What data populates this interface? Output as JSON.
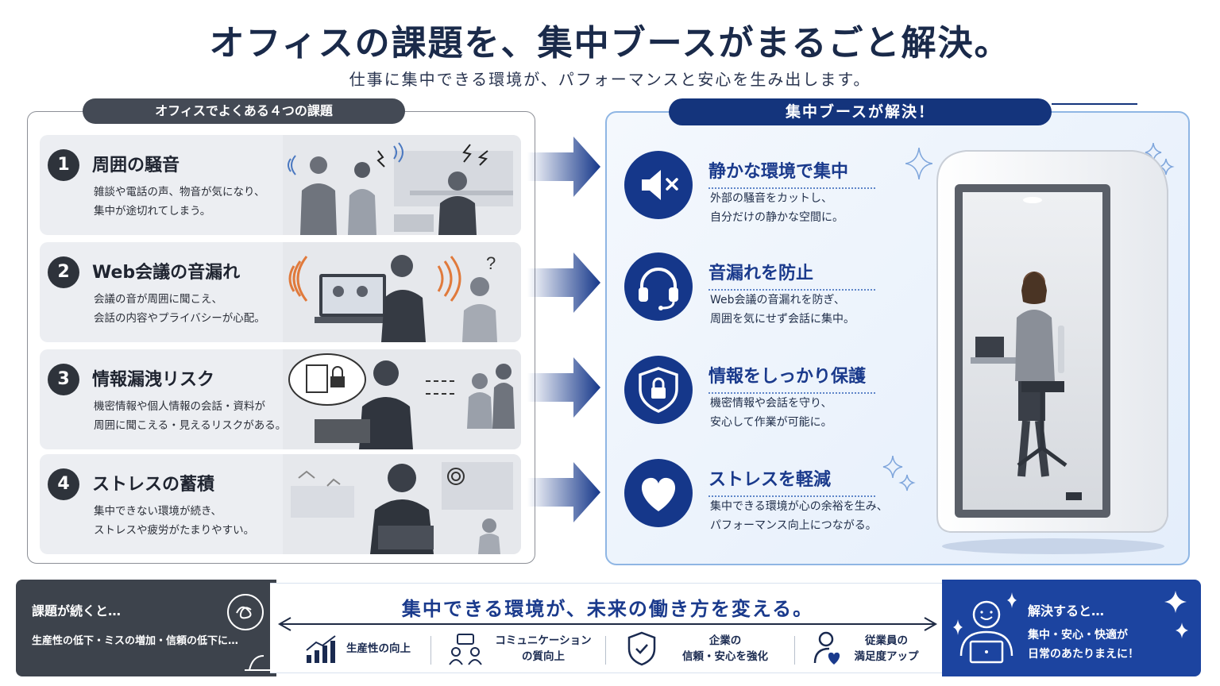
{
  "header": {
    "title": "オフィスの課題を、集中ブースがまるごと解決。",
    "subtitle": "仕事に集中できる環境が、パフォーマンスと安心を生み出します。"
  },
  "left": {
    "tab": "オフィスでよくある４つの課題",
    "issues": [
      {
        "num": "1",
        "title": "周囲の騒音",
        "desc": "雑談や電話の声、物音が気になり、\n集中が途切れてしまう。"
      },
      {
        "num": "2",
        "title": "Web会議の音漏れ",
        "desc": "会議の音が周囲に聞こえ、\n会話の内容やプライバシーが心配。"
      },
      {
        "num": "3",
        "title": "情報漏洩リスク",
        "desc": "機密情報や個人情報の会話・資料が\n周囲に聞こえる・見えるリスクがある。"
      },
      {
        "num": "4",
        "title": "ストレスの蓄積",
        "desc": "集中できない環境が続き、\nストレスや疲労がたまりやすい。"
      }
    ]
  },
  "right": {
    "tab": "集中ブースが解決！",
    "solutions": [
      {
        "title": "静かな環境で集中",
        "desc": "外部の騒音をカットし、\n自分だけの静かな空間に。",
        "icon": "mute-speaker-icon"
      },
      {
        "title": "音漏れを防止",
        "desc": "Web会議の音漏れを防ぎ、\n周囲を気にせず会話に集中。",
        "icon": "headset-icon"
      },
      {
        "title": "情報をしっかり保護",
        "desc": "機密情報や会話を守り、\n安心して作業が可能に。",
        "icon": "shield-lock-icon"
      },
      {
        "title": "ストレスを軽減",
        "desc": "集中できる環境が心の余裕を生み、\nパフォーマンス向上につながる。",
        "icon": "heart-icon"
      }
    ]
  },
  "bottom": {
    "left_title": "課題が続くと…",
    "left_desc": "生産性の低下・ミスの増加・信頼の低下に…",
    "center_title": "集中できる環境が、未来の働き方を変える。",
    "benefits": [
      {
        "label": "生産性の向上",
        "icon": "growth-chart-icon"
      },
      {
        "label": "コミュニケーション\nの質向上",
        "icon": "chat-people-icon"
      },
      {
        "label": "企業の\n信頼・安心を強化",
        "icon": "shield-check-icon"
      },
      {
        "label": "従業員の\n満足度アップ",
        "icon": "person-heart-icon"
      }
    ],
    "right_title": "解決すると…",
    "right_desc": "集中・安心・快適が\n日常のあたりまえに！"
  },
  "colors": {
    "navy": "#15378a",
    "dark_gray": "#3d434c",
    "light_blue": "#e4eefb",
    "accent_blue": "#1c44a0"
  }
}
